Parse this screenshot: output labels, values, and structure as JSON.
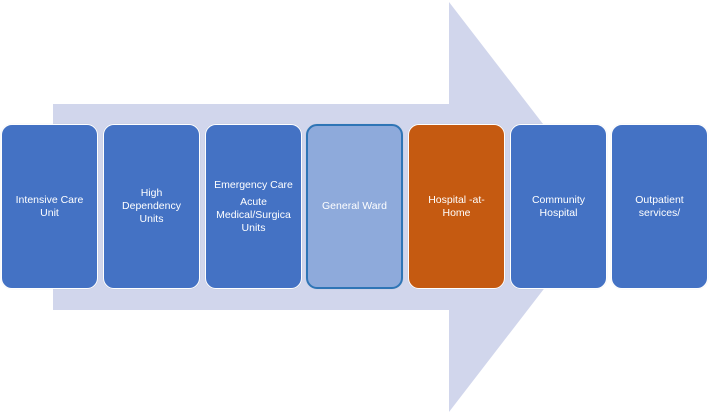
{
  "diagram": {
    "arrow_color": "#d1d6ec",
    "steps": [
      {
        "lines": [
          "Intensive Care",
          "Unit"
        ],
        "fill": "#4472c4",
        "style": "normal"
      },
      {
        "lines": [
          "High",
          "Dependency",
          "Units"
        ],
        "fill": "#4472c4",
        "style": "normal"
      },
      {
        "lines": [
          "Emergency Care"
        ],
        "extra_lines": [
          "Acute",
          "Medical/Surgica",
          "Units"
        ],
        "fill": "#4472c4",
        "style": "normal"
      },
      {
        "lines": [
          "General Ward"
        ],
        "fill": "#8eaadb",
        "style": "light"
      },
      {
        "lines": [
          "Hospital -at-",
          "Home"
        ],
        "fill": "#c55a11",
        "style": "normal"
      },
      {
        "lines": [
          "Community",
          "Hospital"
        ],
        "fill": "#4472c4",
        "style": "normal"
      },
      {
        "lines": [
          "Outpatient",
          "services/"
        ],
        "fill": "#4472c4",
        "style": "normal"
      }
    ]
  }
}
